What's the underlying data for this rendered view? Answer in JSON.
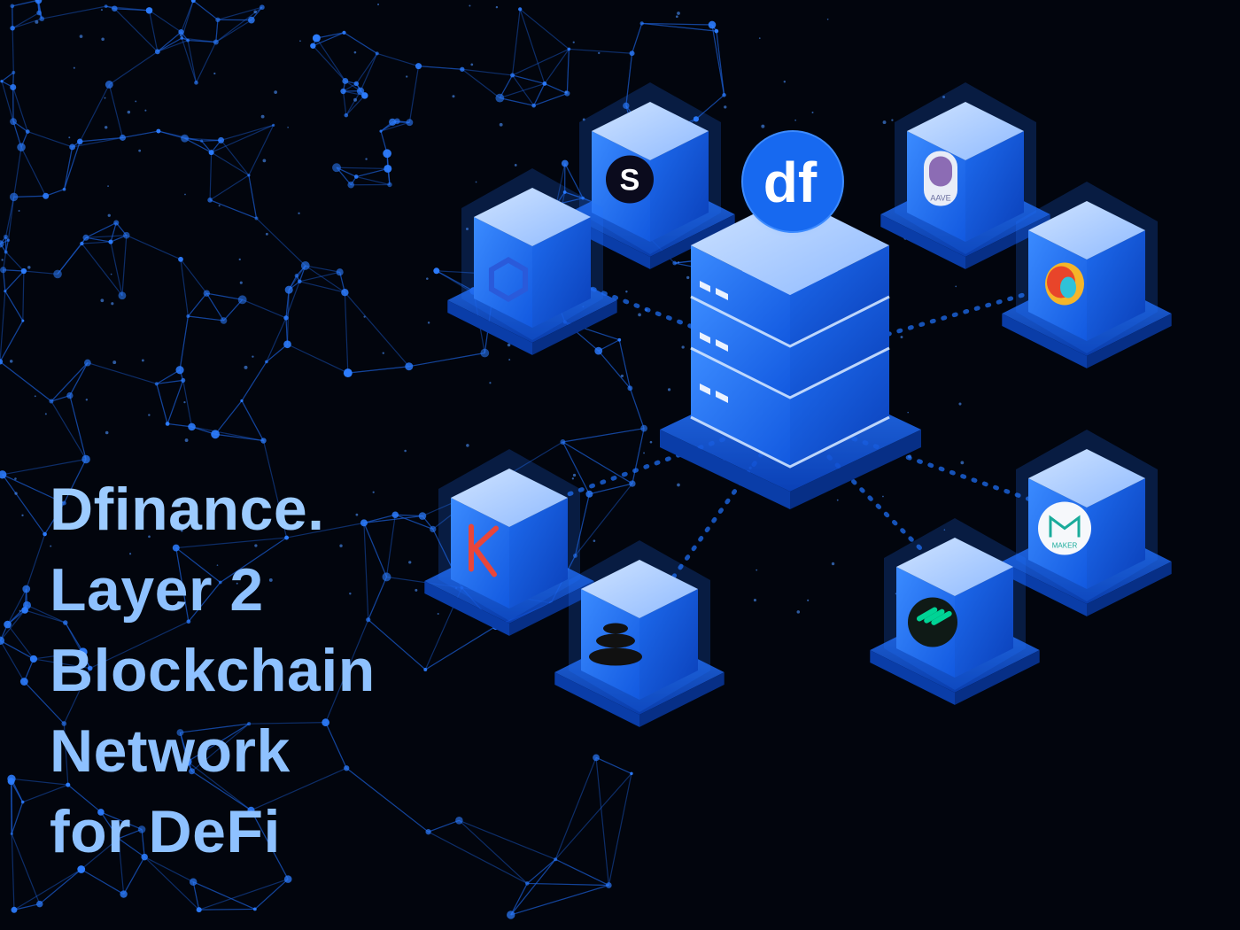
{
  "headline": {
    "lines": [
      "Dfinance.",
      "Layer 2",
      "Blockchain",
      "Network",
      "for DeFi"
    ]
  },
  "hub_logo_text": "df",
  "tile_logos": [
    {
      "name": "synthetix-icon",
      "letter": "S",
      "color": "#0b0b1d"
    },
    {
      "name": "chainlink-icon",
      "letter": "",
      "color": "#2a5ada"
    },
    {
      "name": "aave-icon",
      "letter": "AAVE",
      "color": "#8c6cb4"
    },
    {
      "name": "curve-icon",
      "letter": "",
      "color": "#e8452a"
    },
    {
      "name": "kyber-icon",
      "letter": "K",
      "color": "#e8463a"
    },
    {
      "name": "balancer-icon",
      "letter": "",
      "color": "#111111"
    },
    {
      "name": "maker-icon",
      "letter": "MAKER",
      "color": "#1aab9b"
    },
    {
      "name": "compound-icon",
      "letter": "",
      "color": "#00d395"
    }
  ],
  "colors": {
    "background": "#02050d",
    "accent": "#1f73ff",
    "tile_top": "#a9cdff",
    "headline": "#8ec1ff"
  }
}
